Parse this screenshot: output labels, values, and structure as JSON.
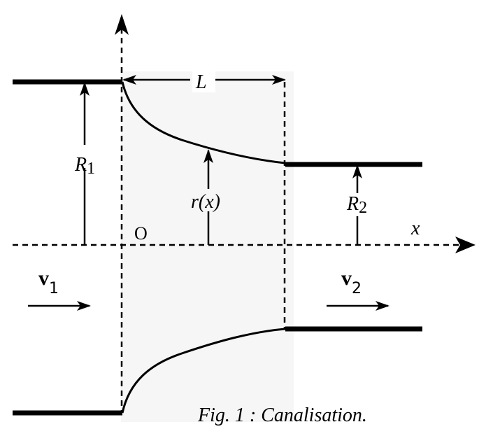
{
  "figure": {
    "caption": "Fig. 1 : Canalisation.",
    "shading_color": "#f6f6f6",
    "stroke_color": "#000000"
  },
  "labels": {
    "length": "L",
    "radius_inlet_main": "R",
    "radius_inlet_sub": "1",
    "radius_outlet_main": "R",
    "radius_outlet_sub": "2",
    "radius_profile": "r(x)",
    "origin": "O",
    "axis_x": "x",
    "velocity_inlet_main": "v",
    "velocity_inlet_sub": "1",
    "velocity_outlet_main": "v",
    "velocity_outlet_sub": "2"
  }
}
